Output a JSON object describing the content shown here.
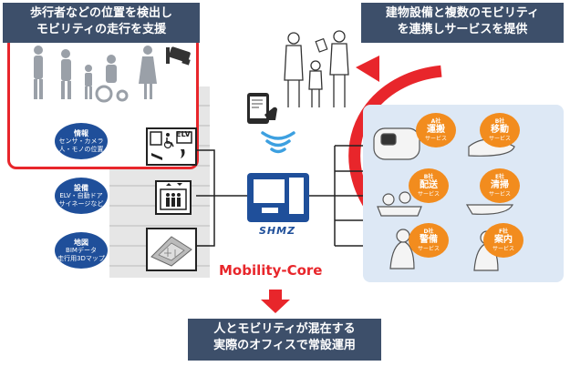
{
  "top_left_box": {
    "line1": "歩行者などの位置を検出し",
    "line2": "モビリティの走行を支援"
  },
  "top_right_box": {
    "line1": "建物設備と複数のモビリティ",
    "line2": "を連携しサービスを提供"
  },
  "left_items": [
    {
      "title": "情報",
      "sub1": "センサ・カメラ",
      "sub2": "人・モノの位置"
    },
    {
      "title": "設備",
      "sub1": "ELV・自動ドア",
      "sub2": "サイネージなど"
    },
    {
      "title": "地図",
      "sub1": "BIMデータ",
      "sub2": "走行用3Dマップ"
    }
  ],
  "sign": {
    "elv": "ELV"
  },
  "center": {
    "brand": "SHMZ",
    "title": "Mobility-Core"
  },
  "services": [
    {
      "tag": "A社",
      "name": "運搬",
      "sub": "サービス"
    },
    {
      "tag": "B社",
      "name": "移動",
      "sub": "サービス"
    },
    {
      "tag": "B社",
      "name": "配送",
      "sub": "サービス"
    },
    {
      "tag": "E社",
      "name": "清掃",
      "sub": "サービス"
    },
    {
      "tag": "D社",
      "name": "警備",
      "sub": "サービス"
    },
    {
      "tag": "F社",
      "name": "案内",
      "sub": "サービス"
    }
  ],
  "bottom_box": {
    "line1": "人とモビリティが混在する",
    "line2": "実際のオフィスで常設運用"
  },
  "colors": {
    "navy": "#3d4f6a",
    "red": "#e8262b",
    "blue": "#1f4f9a",
    "orange": "#f28c1e",
    "lightblue": "#dde8f5"
  }
}
